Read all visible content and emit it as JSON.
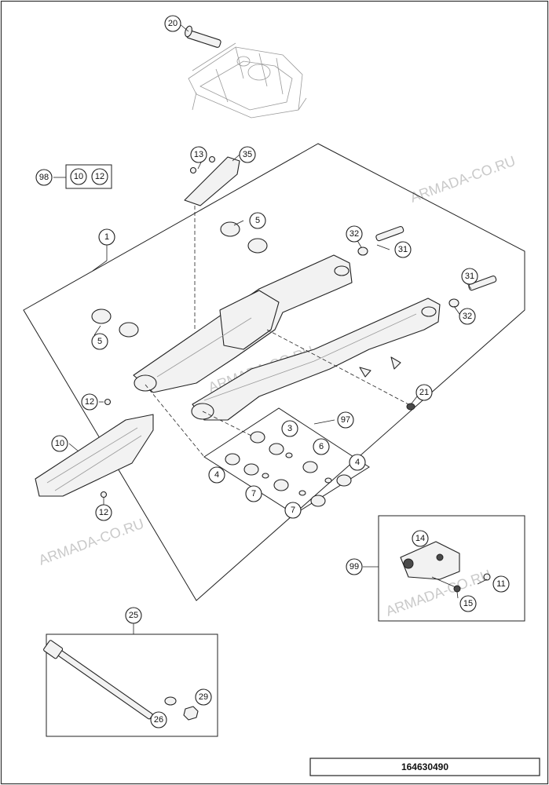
{
  "drawing_number": "164630490",
  "watermark": "ARMADA-CO.RU",
  "callouts": {
    "c20": "20",
    "c13": "13",
    "c35": "35",
    "c98": "98",
    "c10a": "10",
    "c12a": "12",
    "c1": "1",
    "c5a": "5",
    "c5b": "5",
    "c32a": "32",
    "c31a": "31",
    "c31b": "31",
    "c32b": "32",
    "c12b": "12",
    "c10b": "10",
    "c21": "21",
    "c97": "97",
    "c3": "3",
    "c6": "6",
    "c4a": "4",
    "c4b": "4",
    "c7a": "7",
    "c7b": "7",
    "c12c": "12",
    "c14": "14",
    "c99": "99",
    "c11": "11",
    "c15": "15",
    "c25": "25",
    "c29": "29",
    "c26": "26"
  }
}
